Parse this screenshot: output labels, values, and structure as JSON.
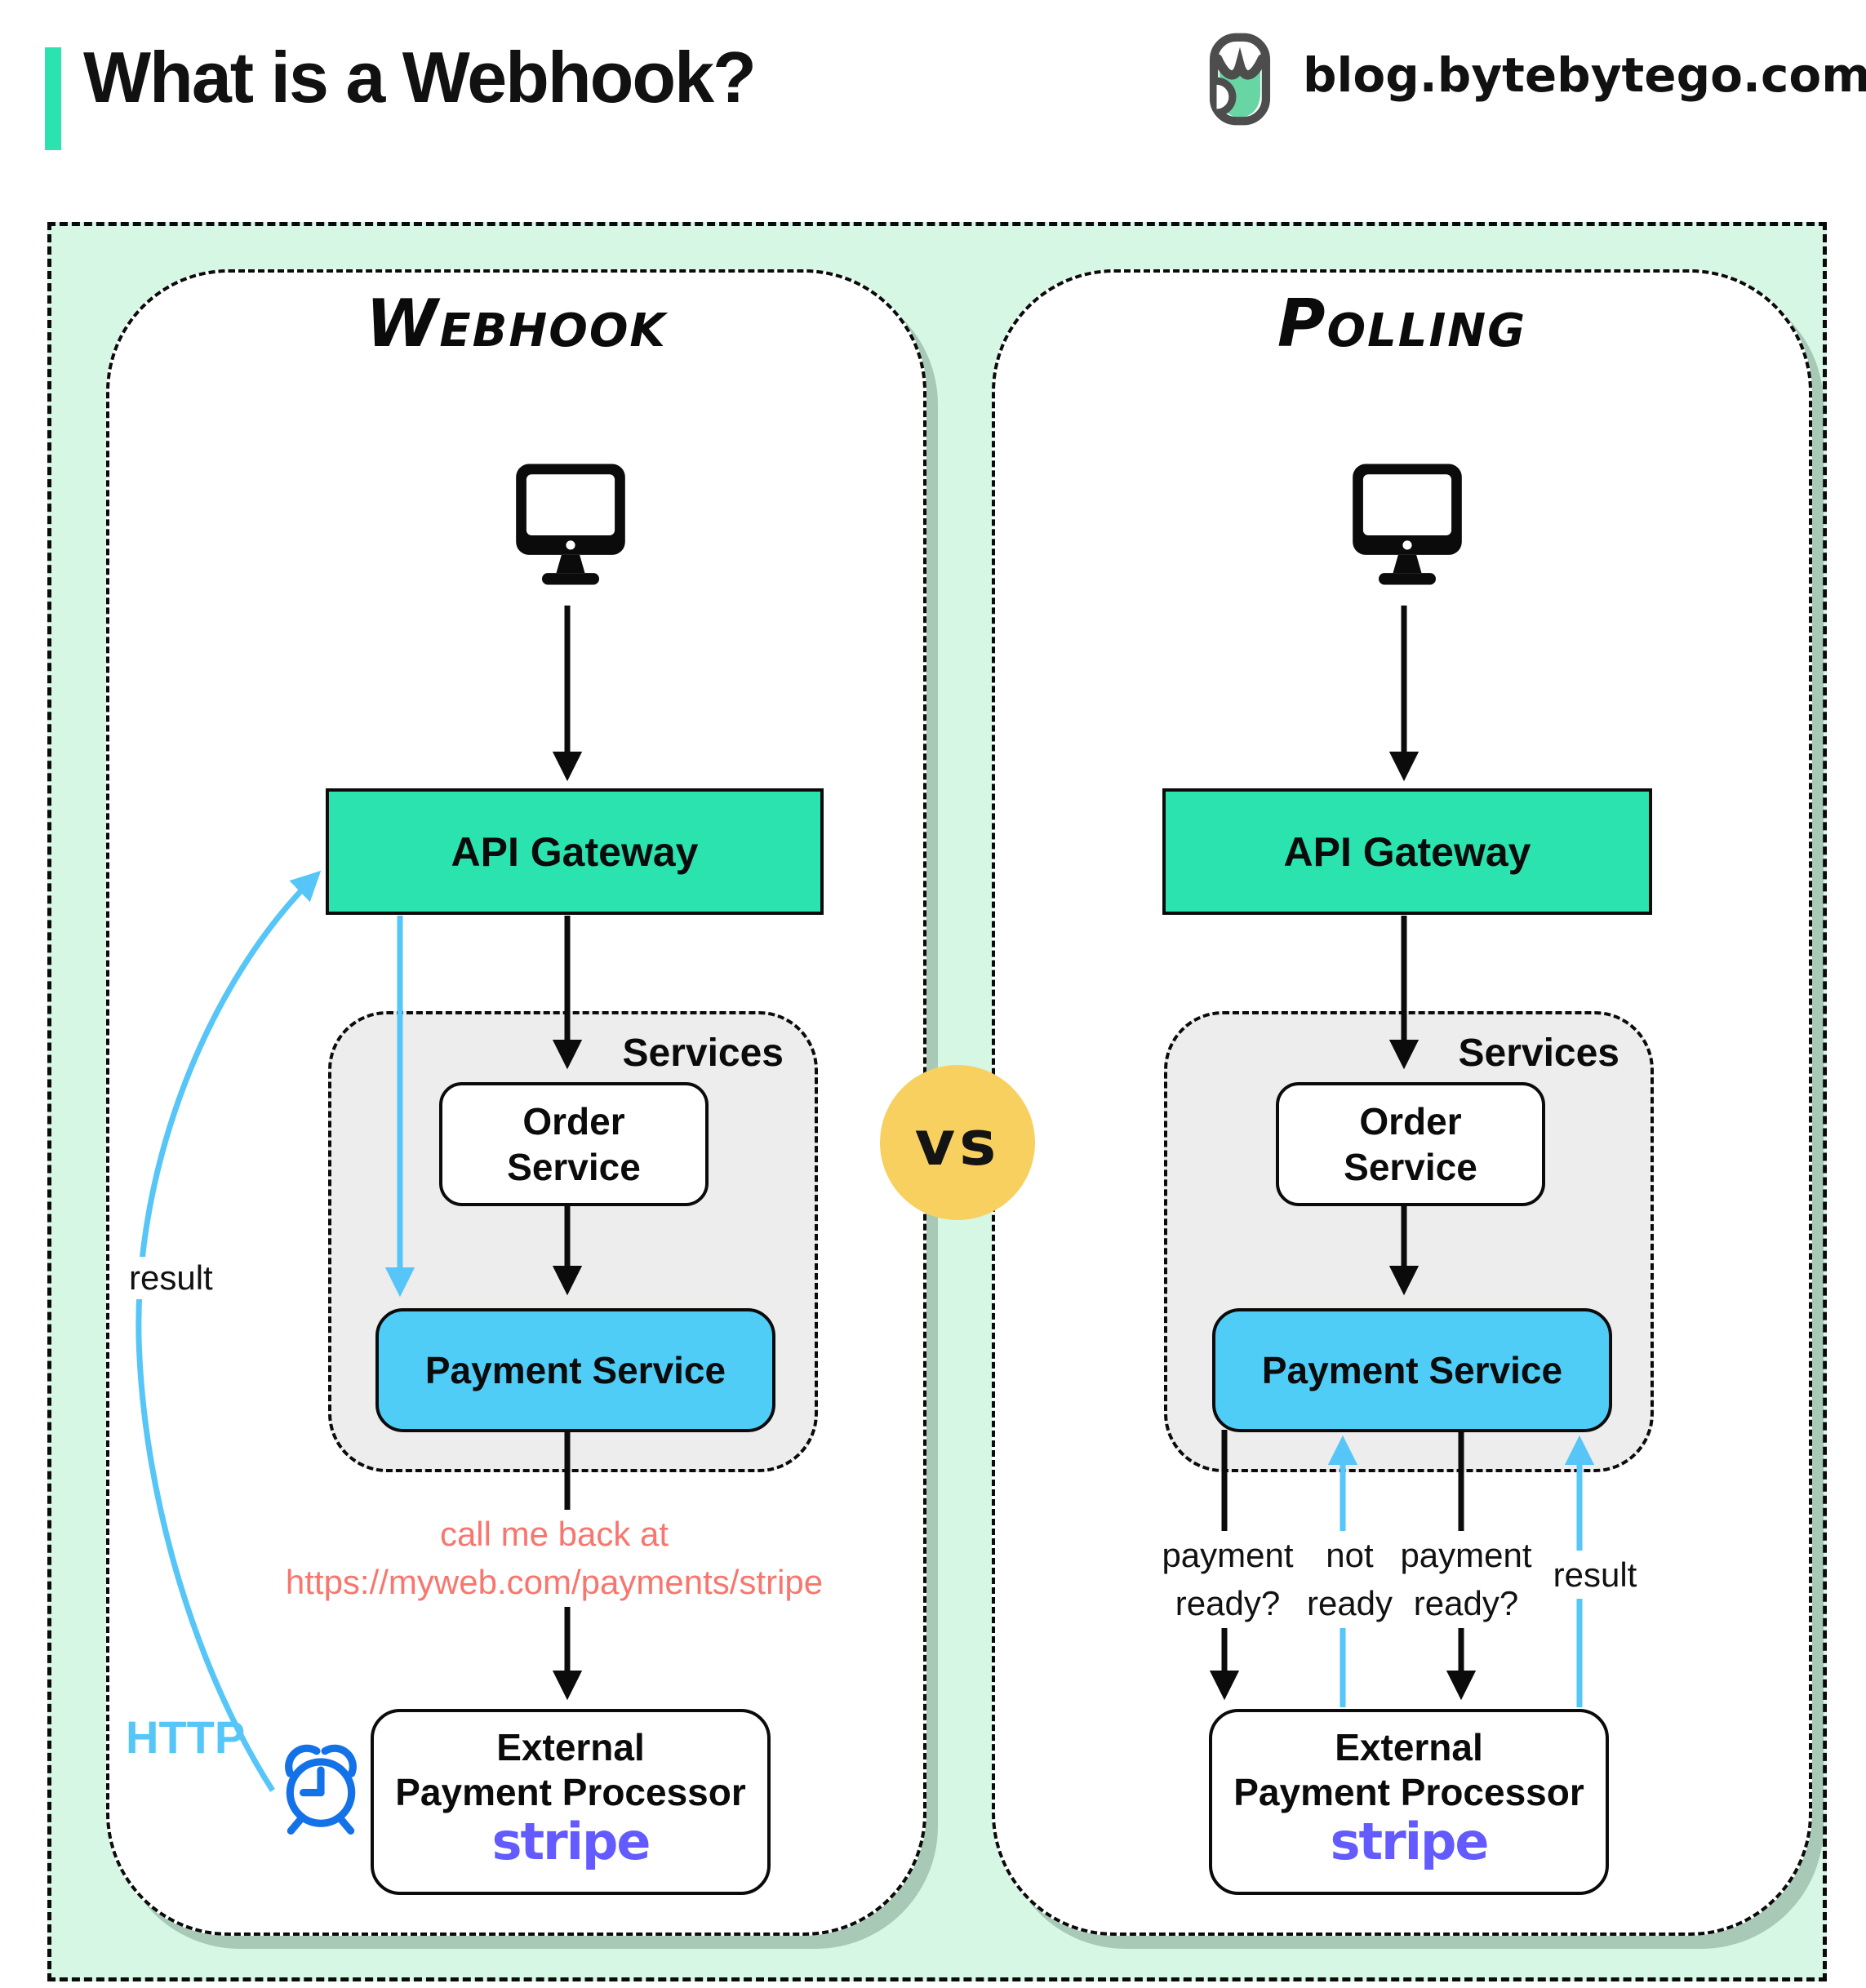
{
  "header": {
    "title": "What is a Webhook?",
    "site": "blog.bytebytego.com"
  },
  "vs_label": "vs",
  "colors": {
    "accent_teal": "#2BE3AF",
    "payment_blue": "#4FCDF7",
    "arrow_light_blue": "#56C5F7",
    "clock_blue": "#1472E8",
    "callback_red": "#F8766E",
    "stripe_purple": "#635BFF",
    "vs_yellow": "#F8D060",
    "mint_background": "#D5F7E3",
    "services_gray": "#EDEDED"
  },
  "icons": {
    "logo": "bytebytego-logo",
    "client": "desktop-computer",
    "timer": "alarm-clock"
  },
  "webhook_panel": {
    "title": "Webhook",
    "api_gateway": "API Gateway",
    "services_label": "Services",
    "order_service": {
      "line1": "Order",
      "line2": "Service"
    },
    "payment_service": "Payment Service",
    "callback_note": {
      "line1": "call me back at",
      "line2": "https://myweb.com/payments/stripe"
    },
    "result_label": "result",
    "http_label": "HTTP",
    "external_processor": {
      "line1": "External",
      "line2": "Payment Processor",
      "brand": "stripe"
    }
  },
  "polling_panel": {
    "title": "Polling",
    "api_gateway": "API Gateway",
    "services_label": "Services",
    "order_service": {
      "line1": "Order",
      "line2": "Service"
    },
    "payment_service": "Payment Service",
    "arrow_labels": {
      "query1": {
        "line1": "payment",
        "line2": "ready?"
      },
      "reply1": {
        "line1": "not",
        "line2": "ready"
      },
      "query2": {
        "line1": "payment",
        "line2": "ready?"
      },
      "result": "result"
    },
    "external_processor": {
      "line1": "External",
      "line2": "Payment Processor",
      "brand": "stripe"
    }
  }
}
